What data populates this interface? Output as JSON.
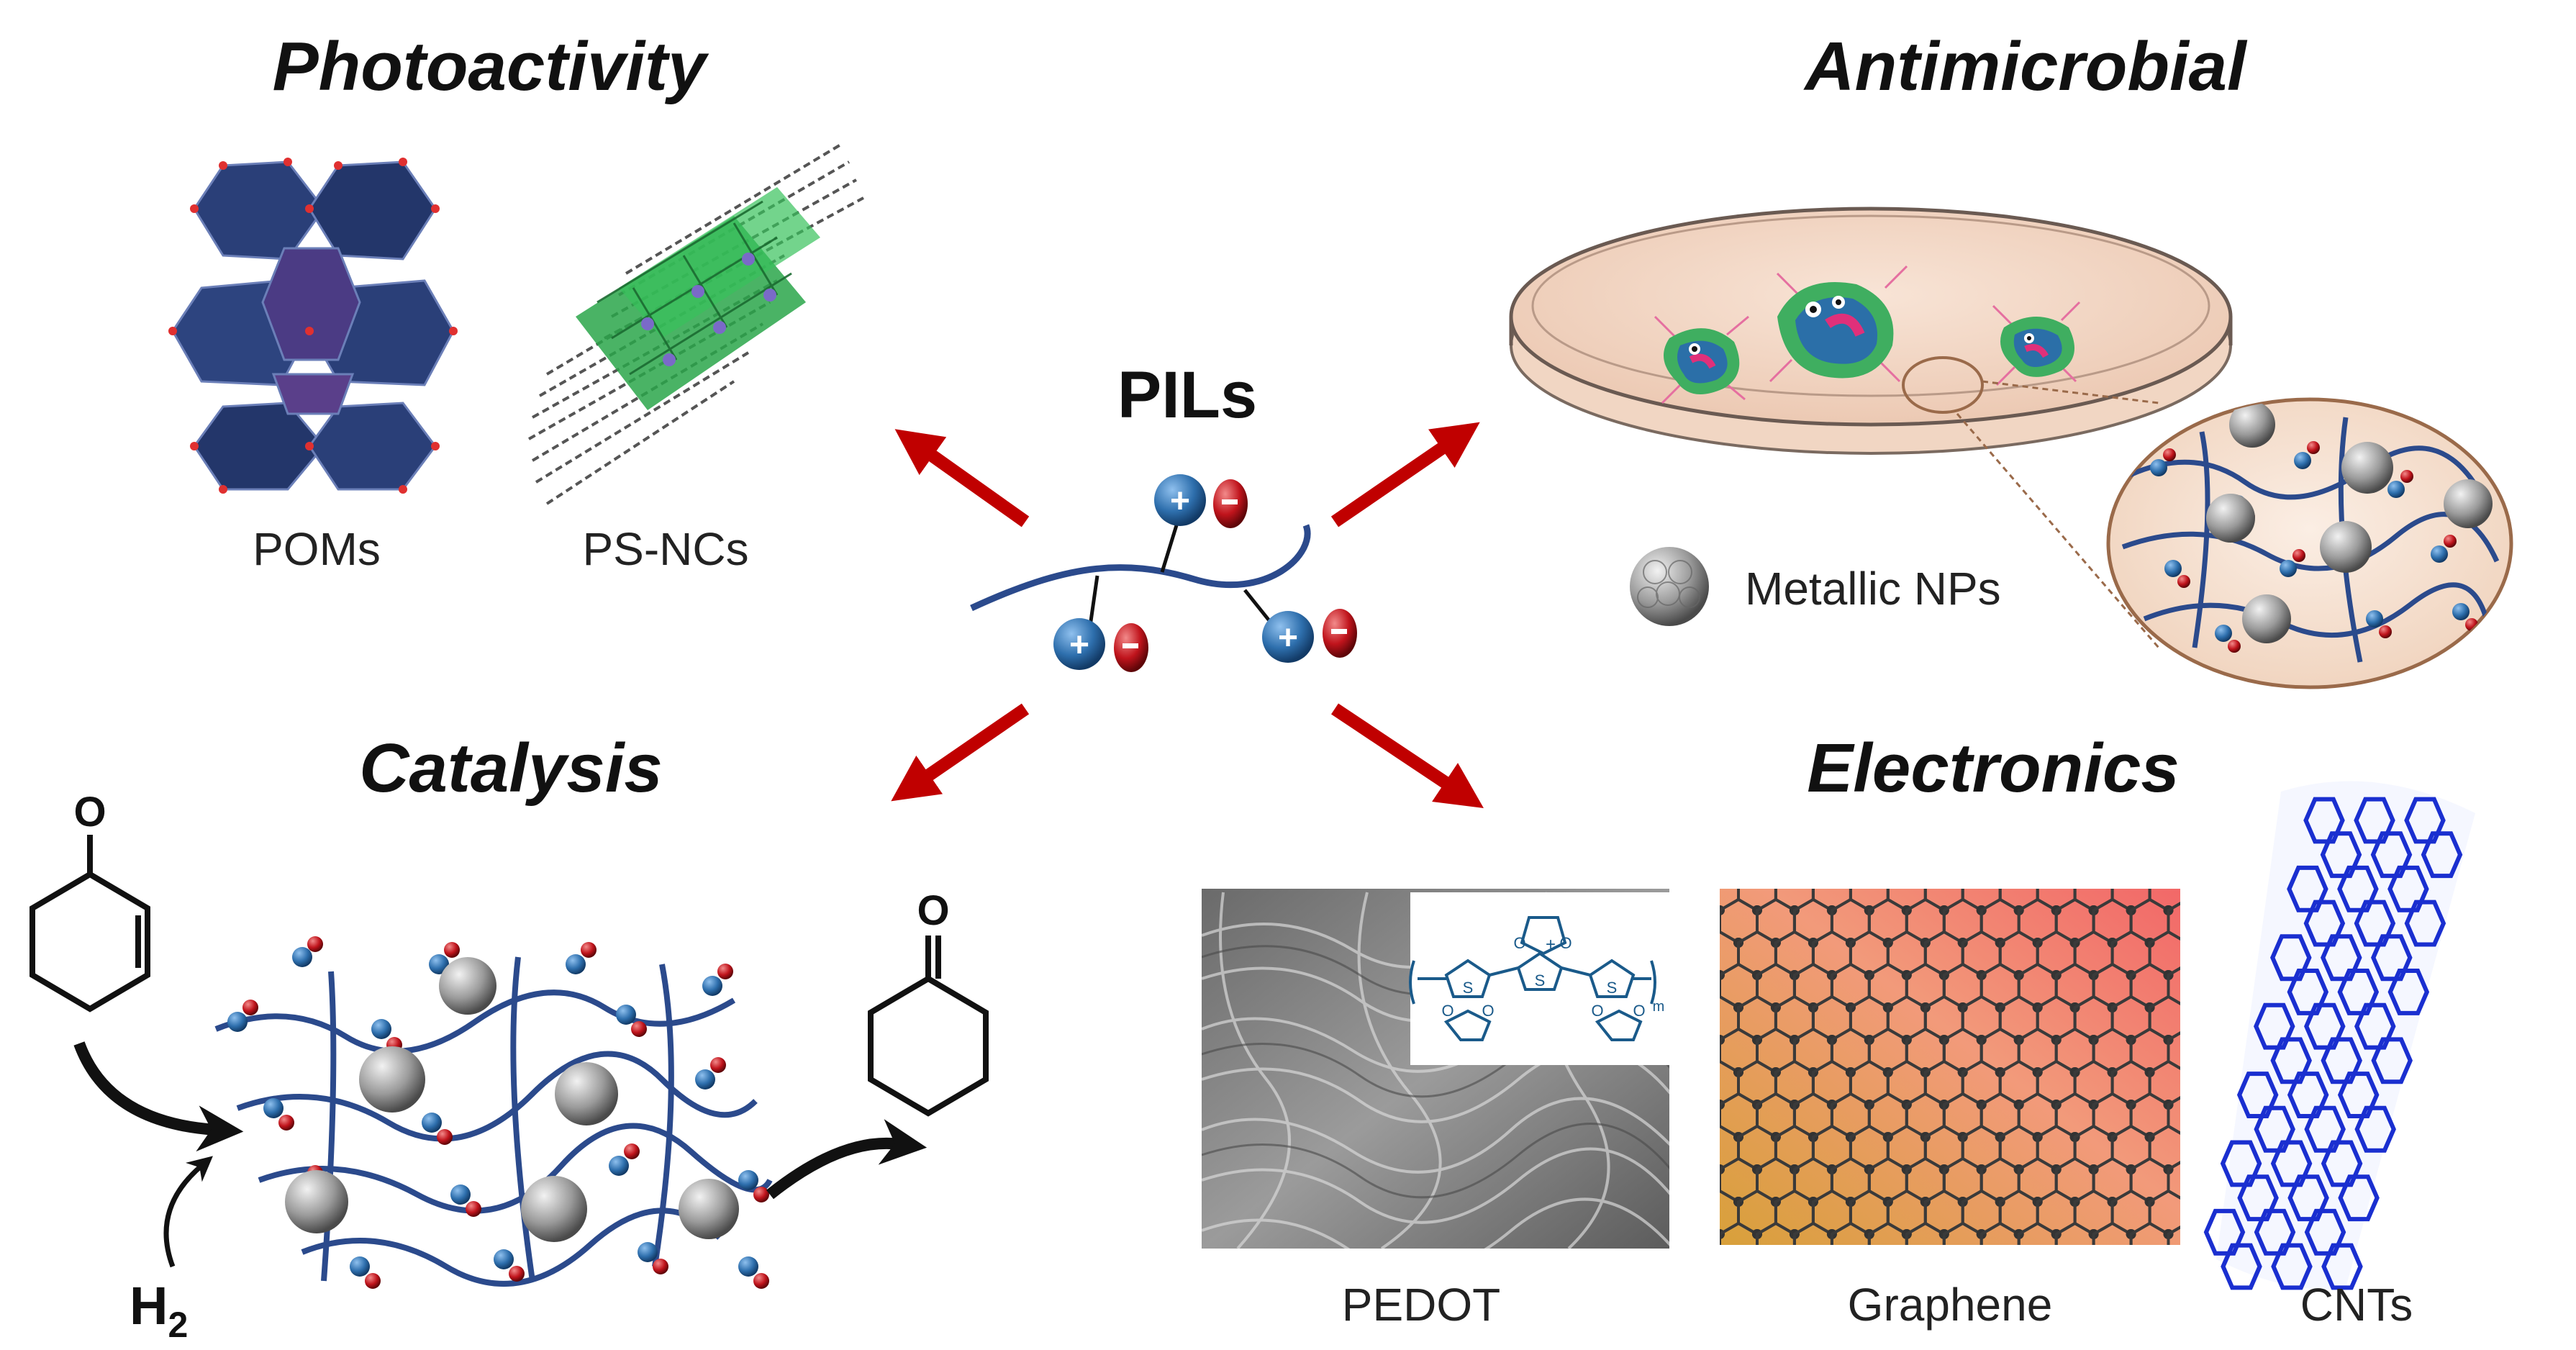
{
  "center": {
    "title": "PILs"
  },
  "sections": {
    "photoactivity": {
      "heading": "Photoactivity",
      "labels": [
        "POMs",
        "PS-NCs"
      ]
    },
    "antimicrobial": {
      "heading": "Antimicrobial",
      "legend": "Metallic NPs"
    },
    "catalysis": {
      "heading": "Catalysis",
      "reagent_main": "H",
      "reagent_sub": "2",
      "carbonyl_atom": "O"
    },
    "electronics": {
      "heading": "Electronics",
      "labels": [
        "PEDOT",
        "Graphene",
        "CNTs"
      ],
      "pedot_atoms": {
        "sulfur": "S",
        "oxygen": "O",
        "charge": "+",
        "repeat": "m"
      }
    }
  },
  "colors": {
    "arrow": "#c00000",
    "polymer": "#2b4a8c",
    "cation": "#2e6fad",
    "anion": "#c0141c",
    "pom": "#2a3f78",
    "psnc": "#2aa64a",
    "nanoparticle": "#8e8e8e",
    "graphene_start": "#d9a23a",
    "graphene_end": "#ef6f6f",
    "cnt": "#1a2fd0"
  }
}
